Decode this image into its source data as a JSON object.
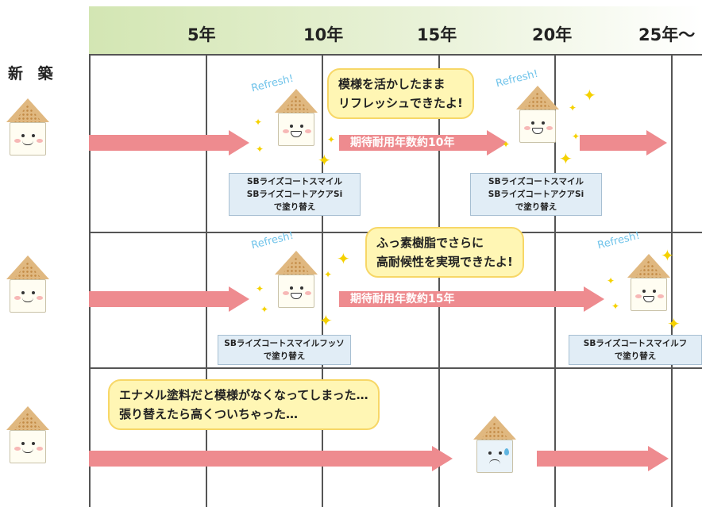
{
  "timeline": {
    "years": [
      "5年",
      "10年",
      "15年",
      "20年",
      "25年〜"
    ],
    "start_label": "新 築"
  },
  "rows": [
    {
      "refresh": [
        "Refresh!",
        "Refresh!"
      ],
      "bubble": [
        "模様を活かしたまま",
        "リフレッシュできたよ!"
      ],
      "arrow_label": "期待耐用年数約10年",
      "notes": [
        [
          "SBライズコートスマイル",
          "SBライズコートアクアSi",
          "で塗り替え"
        ],
        [
          "SBライズコートスマイル",
          "SBライズコートアクアSi",
          "で塗り替え"
        ]
      ]
    },
    {
      "refresh": [
        "Refresh!",
        "Refresh!"
      ],
      "bubble": [
        "ふっ素樹脂でさらに",
        "高耐候性を実現できたよ!"
      ],
      "arrow_label": "期待耐用年数約15年",
      "notes": [
        [
          "SBライズコートスマイルフッソ",
          "で塗り替え"
        ],
        [
          "SBライズコートスマイルフ",
          "で塗り替え"
        ]
      ]
    },
    {
      "bubble": [
        "エナメル塗料だと模様がなくなってしまった…",
        "張り替えたら高くついちゃった…"
      ]
    }
  ],
  "colors": {
    "arrow": "#ee8b8f",
    "bubble_fill": "#fff6b4",
    "bubble_border": "#f7d767",
    "note_fill": "#e1edf6",
    "header_gradient_start": "#d3e6b3",
    "refresh_text": "#6fc3ea",
    "sparkle": "#f5d100"
  }
}
